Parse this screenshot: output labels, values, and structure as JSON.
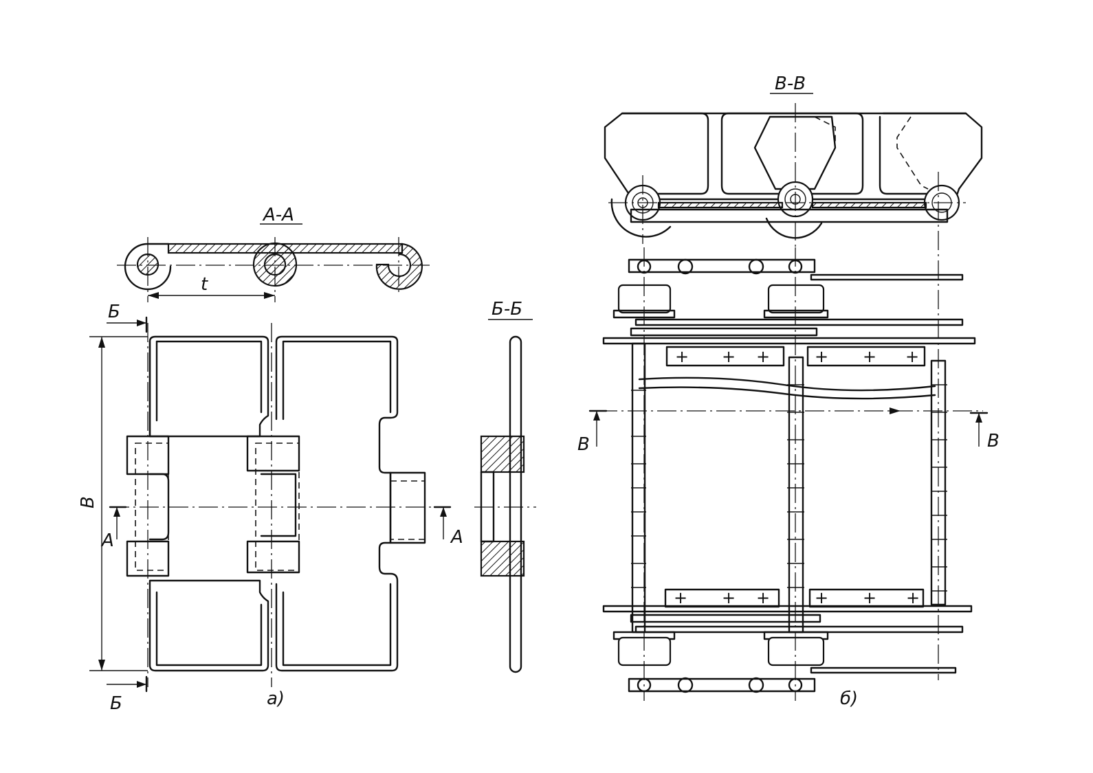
{
  "labels": {
    "section_aa": "А-А",
    "section_bb": "Б-Б",
    "section_vv": "В-В",
    "pitch": "t",
    "width": "B",
    "cut_b_top": "Б",
    "cut_b_bottom": "Б",
    "cut_a_left": "А",
    "cut_a_right": "А",
    "cut_v_left": "В",
    "cut_v_right": "В",
    "fig_a": "а)",
    "fig_b": "б)"
  }
}
